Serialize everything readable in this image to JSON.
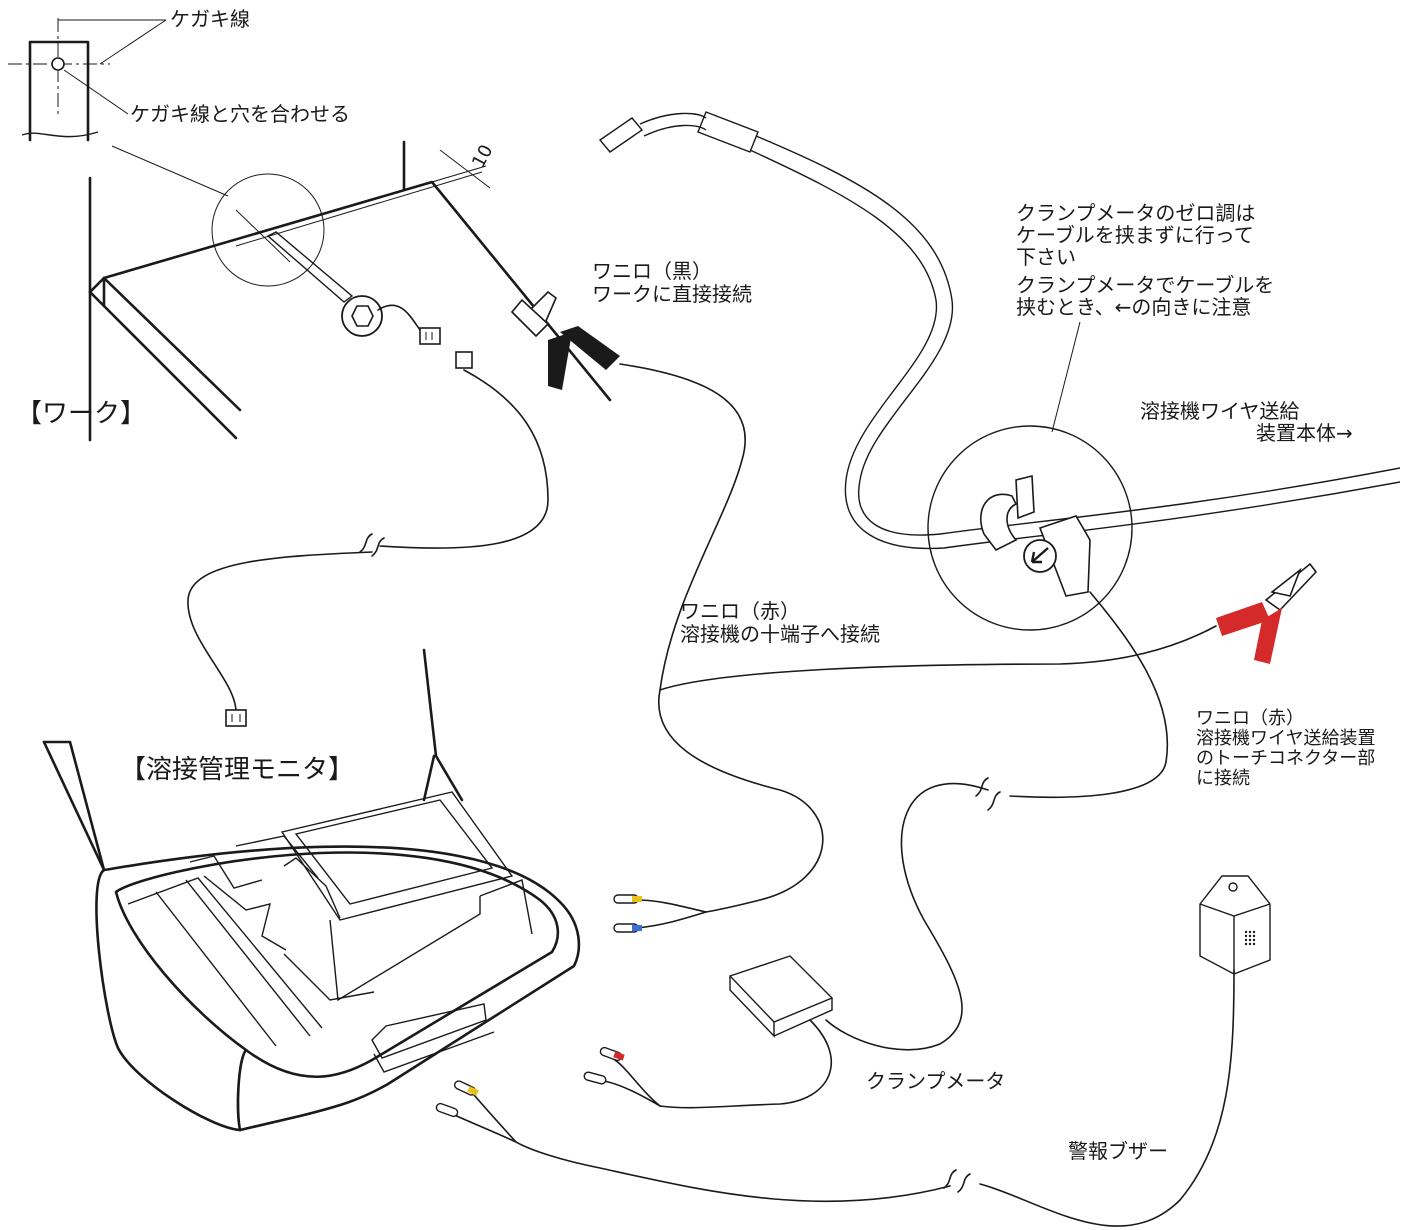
{
  "labels": {
    "kegaki_line": "ケガキ線",
    "align_hole": "ケガキ線と穴を合わせる",
    "work": "【ワーク】",
    "dimension": "10",
    "clip_black_1": "ワニロ（黒）",
    "clip_black_2": "ワークに直接接続",
    "clamp_note_1": "クランプメータのゼロ調は",
    "clamp_note_2": "ケーブルを挟まずに行って",
    "clamp_note_3": "下さい",
    "clamp_note_4": "クランプメータでケーブルを",
    "clamp_note_5": "挟むとき、←の向きに注意",
    "feeder_1": "溶接機ワイヤ送給",
    "feeder_2": "装置本体→",
    "clip_red_plus_1": "ワニロ（赤）",
    "clip_red_plus_2": "溶接機の十端子へ接続",
    "clip_red_torch_1": "ワニロ（赤）",
    "clip_red_torch_2": "溶接機ワイヤ送給装置",
    "clip_red_torch_3": "のトーチコネクター部",
    "clip_red_torch_4": "に接続",
    "monitor": "【溶接管理モニタ】",
    "clamp_meter": "クランプメータ",
    "buzzer": "警報ブザー"
  },
  "colors": {
    "line": "#1a1a1a",
    "clip_black": "#1a1a1a",
    "clip_red": "#d42a2a",
    "plug_blue": "#3a6fd8",
    "plug_red": "#d42a2a",
    "plug_yellow": "#e6c21a"
  }
}
